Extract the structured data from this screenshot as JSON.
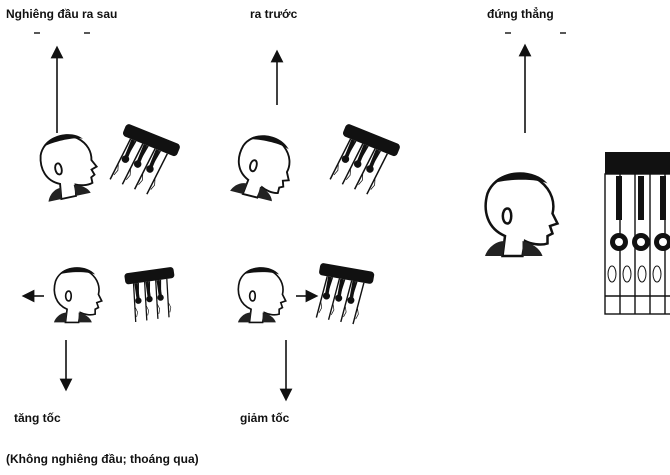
{
  "labels": {
    "tilt_back": "Nghiêng đầu ra sau",
    "tilt_forward": "ra trước",
    "upright": "đứng thẳng",
    "accelerate": "tăng tốc",
    "decelerate": "giảm tốc",
    "note": "(Không nghiêng đầu; thoáng qua)"
  },
  "colors": {
    "ink": "#111111",
    "bg": "#ffffff"
  },
  "icons": [
    "head-tilted-back-icon",
    "head-tilted-forward-icon",
    "head-upright-icon",
    "otolith-hair-cells-icon"
  ]
}
